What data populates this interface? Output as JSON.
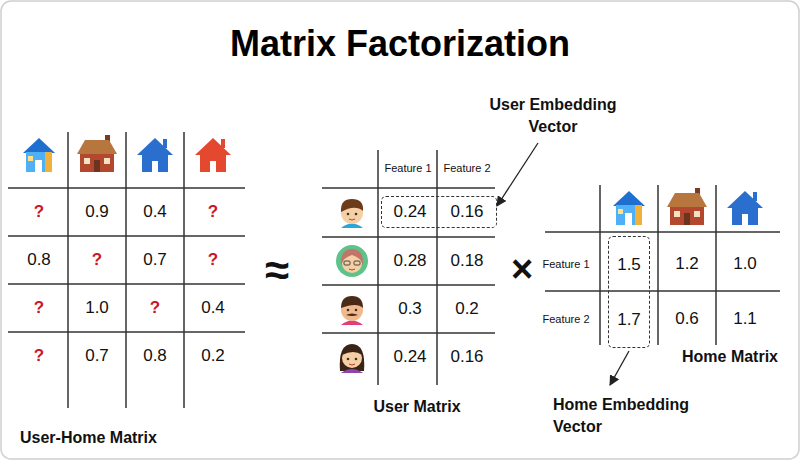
{
  "diagram": {
    "title": "Matrix Factorization",
    "nodes": [
      {
        "text": [
          "0.24",
          "0.16"
        ]
      },
      {
        "text": [
          "1.5",
          "1.7"
        ]
      }
    ],
    "labels": [
      "?",
      "0.9",
      "0.4",
      "?",
      "0.8",
      "?",
      "0.7",
      "?",
      "?",
      "1.0",
      "?",
      "0.4",
      "?",
      "0.7",
      "0.8",
      "0.2",
      "User-Home Matrix",
      "≈",
      "User Embedding Vector",
      "Feature 1",
      "Feature 2",
      "0.28",
      "0.18",
      "0.3",
      "0.2",
      "0.24",
      "0.16",
      "User Matrix",
      "×",
      "Feature 1",
      "1.2",
      "1.0",
      "Feature 2",
      "0.6",
      "1.1",
      "Home Matrix",
      "Home Embedding Vector"
    ]
  }
}
